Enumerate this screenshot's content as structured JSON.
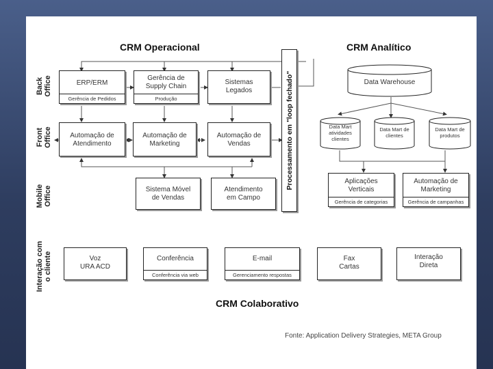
{
  "headings": {
    "operacional": "CRM Operacional",
    "analitico": "CRM Analítico",
    "colaborativo": "CRM Colaborativo"
  },
  "row_labels": {
    "back": [
      "Back",
      "Office"
    ],
    "front": [
      "Front",
      "Office"
    ],
    "mobile": [
      "Mobile",
      "Office"
    ],
    "interacao": [
      "Interação com",
      "o cliente"
    ]
  },
  "loop_label": "Processamento em \"loop fechado\"",
  "back_office": {
    "erp": {
      "title": "ERP/ERM",
      "sub": "Gerência de Pedidos"
    },
    "supply": {
      "title": [
        "Gerência de",
        "Supply Chain"
      ],
      "sub": "Produção"
    },
    "legados": {
      "title": [
        "Sistemas",
        "Legados"
      ]
    }
  },
  "front_office": {
    "atendimento": [
      "Automação de",
      "Atendimento"
    ],
    "marketing": [
      "Automação de",
      "Marketing"
    ],
    "vendas": [
      "Automação de",
      "Vendas"
    ]
  },
  "mobile_office": {
    "movel": [
      "Sistema Móvel",
      "de Vendas"
    ],
    "campo": [
      "Atendimento",
      "em Campo"
    ]
  },
  "analitico": {
    "warehouse": "Data Warehouse",
    "mart1": [
      "Data Mart",
      "atividades",
      "clientes"
    ],
    "mart2": [
      "Data Mart de",
      "clientes"
    ],
    "mart3": [
      "Data Mart de",
      "produtos"
    ],
    "aplicacoes": {
      "title": [
        "Aplicações",
        "Verticais"
      ],
      "sub": "Gerência de categorias"
    },
    "automacao": {
      "title": [
        "Automação de",
        "Marketing"
      ],
      "sub": "Gerência de campanhas"
    }
  },
  "interacao": {
    "voz": [
      "Voz",
      "URA ACD"
    ],
    "conferencia": {
      "title": "Conferência",
      "sub": "Conferência via web"
    },
    "email": {
      "title": "E-mail",
      "sub": "Gerenciamento respostas"
    },
    "fax": [
      "Fax",
      "Cartas"
    ],
    "direta": [
      "Interação",
      "Direta"
    ]
  },
  "fonte": "Fonte: Application Delivery Strategies, META Group"
}
